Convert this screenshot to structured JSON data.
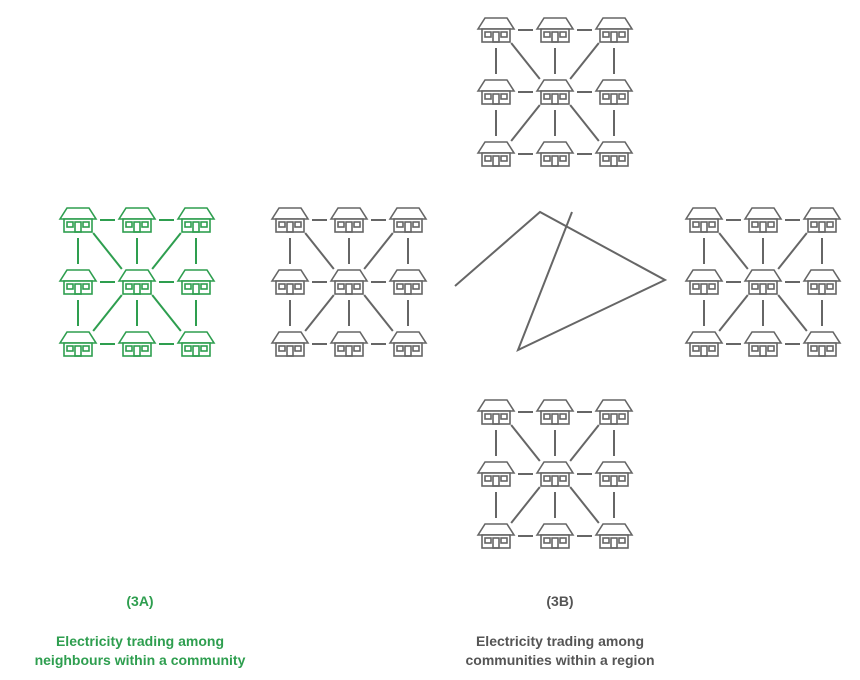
{
  "colors": {
    "accent": "#2e9e4f",
    "neutral": "#666666",
    "text_neutral": "#555555"
  },
  "icons": [
    "house-icon",
    "link-line"
  ],
  "panel_a": {
    "tag": "(3A)",
    "description_line1": "Electricity trading among",
    "description_line2": "neighbours within a community"
  },
  "panel_b": {
    "tag": "(3B)",
    "description_line1": "Electricity trading among",
    "description_line2": "communities within a region"
  }
}
